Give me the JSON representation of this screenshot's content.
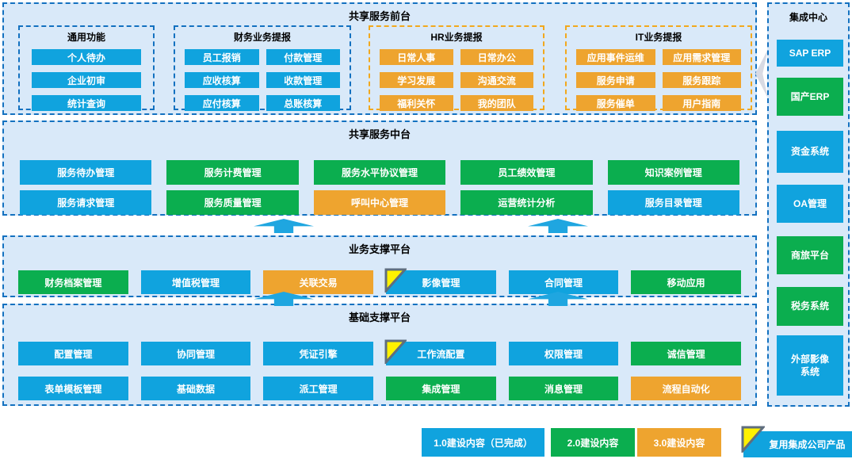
{
  "palette": {
    "blue": "#10A3DE",
    "green": "#0BAE4F",
    "orange": "#EEA42F",
    "panel-bg": "#D9E9F9",
    "border-blue": "#1371C0",
    "border-orange": "#F2A81D",
    "flag-yellow": "#FFF100",
    "flag-border": "#5F6E7E",
    "arrow-blue": "#1FA6E0",
    "arrow-gray": "#D8DAE3",
    "text-dark": "#000000",
    "text-light": "#FFFFFF"
  },
  "front": {
    "title": "共享服务前台",
    "groups": [
      {
        "title": "通用功能",
        "items": [
          {
            "label": "个人待办",
            "color": "blue"
          },
          {
            "label": "企业初审",
            "color": "blue"
          },
          {
            "label": "统计查询",
            "color": "blue"
          }
        ]
      },
      {
        "title": "财务业务提报",
        "items": [
          {
            "label": "员工报销",
            "color": "blue"
          },
          {
            "label": "付款管理",
            "color": "blue"
          },
          {
            "label": "应收核算",
            "color": "blue"
          },
          {
            "label": "收款管理",
            "color": "blue"
          },
          {
            "label": "应付核算",
            "color": "blue"
          },
          {
            "label": "总账核算",
            "color": "blue"
          }
        ]
      },
      {
        "title": "HR业务提报",
        "items": [
          {
            "label": "日常人事",
            "color": "orange"
          },
          {
            "label": "日常办公",
            "color": "orange"
          },
          {
            "label": "学习发展",
            "color": "orange"
          },
          {
            "label": "沟通交流",
            "color": "orange"
          },
          {
            "label": "福利关怀",
            "color": "orange"
          },
          {
            "label": "我的团队",
            "color": "orange"
          }
        ]
      },
      {
        "title": "IT业务提报",
        "items": [
          {
            "label": "应用事件运维",
            "color": "orange"
          },
          {
            "label": "应用需求管理",
            "color": "orange"
          },
          {
            "label": "服务申请",
            "color": "orange"
          },
          {
            "label": "服务跟踪",
            "color": "orange"
          },
          {
            "label": "服务催单",
            "color": "orange"
          },
          {
            "label": "用户指南",
            "color": "orange"
          }
        ]
      }
    ]
  },
  "mid": {
    "title": "共享服务中台",
    "items": [
      {
        "label": "服务待办管理",
        "color": "blue"
      },
      {
        "label": "服务计费管理",
        "color": "green"
      },
      {
        "label": "服务水平协议管理",
        "color": "green"
      },
      {
        "label": "员工绩效管理",
        "color": "green"
      },
      {
        "label": "知识案例管理",
        "color": "green"
      },
      {
        "label": "服务请求管理",
        "color": "blue"
      },
      {
        "label": "服务质量管理",
        "color": "green"
      },
      {
        "label": "呼叫中心管理",
        "color": "orange"
      },
      {
        "label": "运营统计分析",
        "color": "green"
      },
      {
        "label": "服务目录管理",
        "color": "blue"
      }
    ]
  },
  "biz": {
    "title": "业务支撑平台",
    "items": [
      {
        "label": "财务档案管理",
        "color": "green"
      },
      {
        "label": "增值税管理",
        "color": "blue"
      },
      {
        "label": "关联交易",
        "color": "orange"
      },
      {
        "label": "影像管理",
        "color": "blue",
        "flag": true
      },
      {
        "label": "合同管理",
        "color": "blue"
      },
      {
        "label": "移动应用",
        "color": "green"
      }
    ]
  },
  "base": {
    "title": "基础支撑平台",
    "items": [
      {
        "label": "配置管理",
        "color": "blue"
      },
      {
        "label": "协同管理",
        "color": "blue"
      },
      {
        "label": "凭证引擎",
        "color": "blue"
      },
      {
        "label": "工作流配置",
        "color": "blue",
        "flag": true
      },
      {
        "label": "权限管理",
        "color": "blue"
      },
      {
        "label": "诚信管理",
        "color": "green"
      },
      {
        "label": "表单模板管理",
        "color": "blue"
      },
      {
        "label": "基础数据",
        "color": "blue"
      },
      {
        "label": "派工管理",
        "color": "blue"
      },
      {
        "label": "集成管理",
        "color": "green"
      },
      {
        "label": "消息管理",
        "color": "green"
      },
      {
        "label": "流程自动化",
        "color": "orange"
      }
    ]
  },
  "integration": {
    "title": "集成中心",
    "items": [
      {
        "label": "SAP ERP",
        "color": "blue"
      },
      {
        "label": "国产ERP",
        "color": "green"
      },
      {
        "label": "资金系统",
        "color": "blue"
      },
      {
        "label": "OA管理",
        "color": "blue"
      },
      {
        "label": "商旅平台",
        "color": "green"
      },
      {
        "label": "税务系统",
        "color": "green"
      },
      {
        "label": "外部影像系统",
        "color": "blue"
      }
    ]
  },
  "legend": {
    "items": [
      {
        "label": "1.0建设内容（已完成）",
        "color": "blue"
      },
      {
        "label": "2.0建设内容",
        "color": "green"
      },
      {
        "label": "3.0建设内容",
        "color": "orange"
      },
      {
        "label": "复用集成公司产品",
        "color": "blue",
        "flag": true
      }
    ]
  }
}
